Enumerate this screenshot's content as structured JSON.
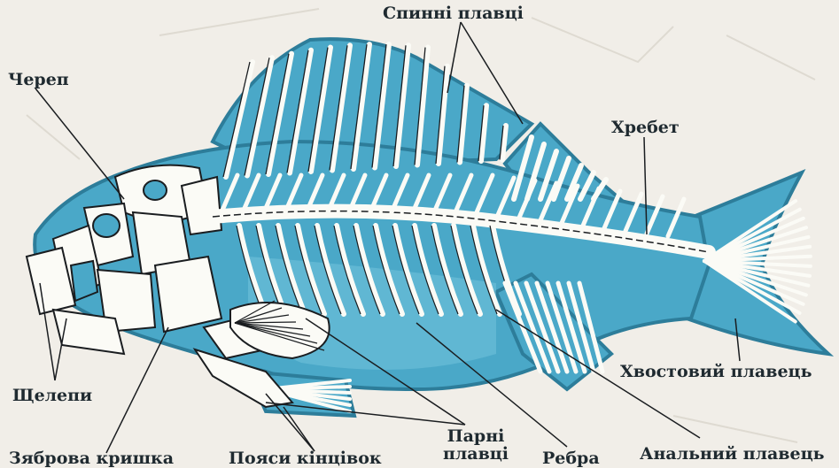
{
  "diagram": {
    "labels": {
      "dorsal_fins": "Спинні плавці",
      "skull": "Череп",
      "spine": "Хребет",
      "jaws": "Щелепи",
      "caudal_fin": "Хвостовий плавець",
      "gill_cover": "Зяброва кришка",
      "limb_girdles": "Пояси кінцівок",
      "paired_fins_line1": "Парні",
      "paired_fins_line2": "плавці",
      "ribs": "Ребра",
      "anal_fin": "Анальний плавець"
    },
    "colors": {
      "background": "#f1eee8",
      "body_fill": "#4aa8c8",
      "body_fill_light": "#72c2dc",
      "bone": "#fbfbf6",
      "outline": "#1a1d20"
    }
  }
}
